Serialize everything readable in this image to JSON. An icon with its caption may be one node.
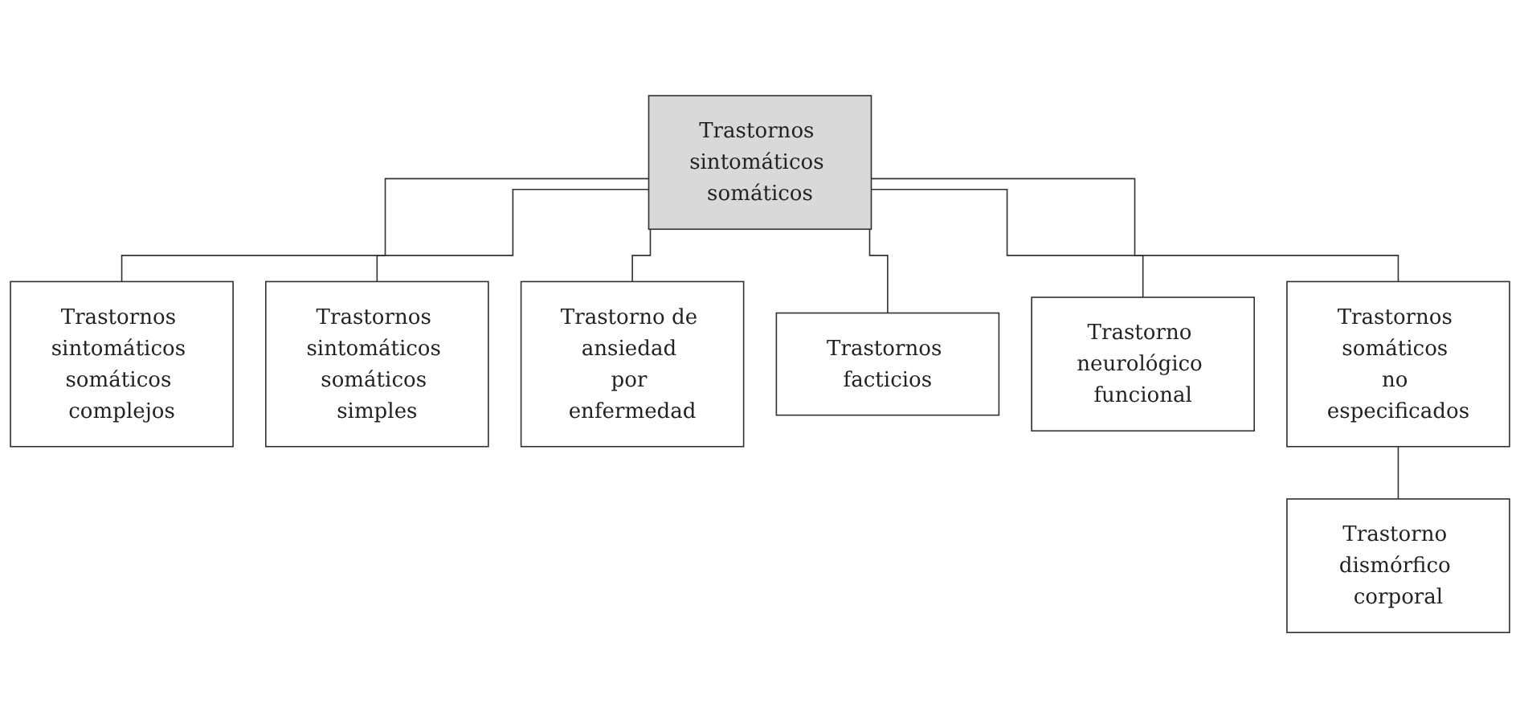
{
  "diagram": {
    "nodes": [
      {
        "text": [
          "Trastornos sintomáticos somáticos"
        ]
      },
      {
        "text": [
          "Trastornos sintomáticos somáticos complejos"
        ]
      },
      {
        "text": [
          "Trastornos sintomáticos somáticos simples"
        ]
      },
      {
        "text": [
          "Trastorno de ansiedad por enfermedad"
        ]
      },
      {
        "text": [
          "Trastornos facticios"
        ]
      },
      {
        "text": [
          "Trastorno neurológico funcional"
        ]
      },
      {
        "text": [
          "Trastornos somáticos no especificados"
        ]
      },
      {
        "text": [
          "Trastorno dismórfico corporal"
        ]
      }
    ],
    "edges": [
      {
        "from": 0,
        "to": 1,
        "arrow": "none"
      },
      {
        "from": 0,
        "to": 2,
        "arrow": "none"
      },
      {
        "from": 0,
        "to": 3,
        "arrow": "none"
      },
      {
        "from": 0,
        "to": 4,
        "arrow": "none"
      },
      {
        "from": 0,
        "to": 5,
        "arrow": "none"
      },
      {
        "from": 0,
        "to": 6,
        "arrow": "none"
      },
      {
        "from": 6,
        "to": 7,
        "arrow": "none"
      }
    ]
  }
}
